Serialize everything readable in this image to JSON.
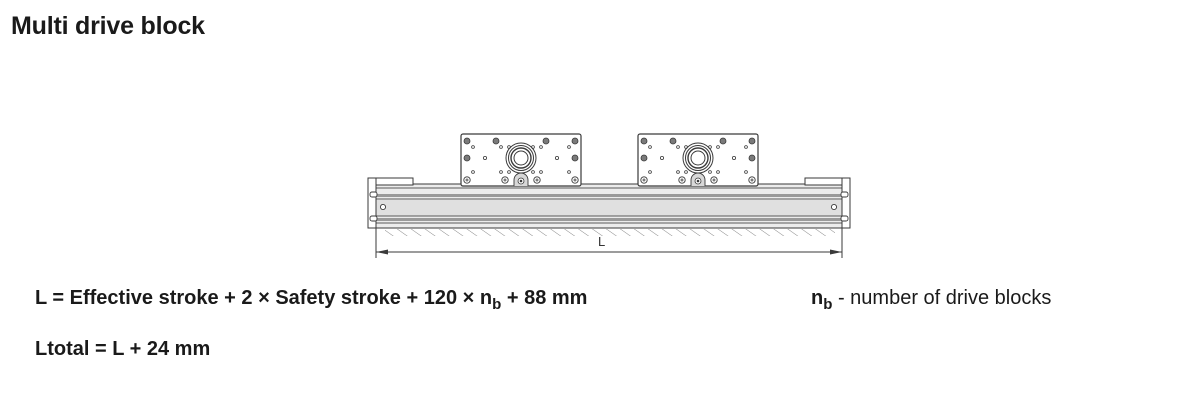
{
  "title": "Multi drive block",
  "drawing": {
    "dimension_label": "L",
    "drive_block_count": 2,
    "colors": {
      "line": "#3a3a3a",
      "rail_fill": "#e6e6e6",
      "rail_light": "#f2f2f2",
      "plate_fill": "#ffffff",
      "hatch": "#8a8a8a"
    }
  },
  "formulas": {
    "line1": {
      "prefix": "L = Effective stroke + 2 × Safety stroke + 120 × n",
      "subscript": "b",
      "suffix": " + 88 mm"
    },
    "line2": "Ltotal = L + 24 mm"
  },
  "legend": {
    "symbol": "n",
    "subscript": "b",
    "description": " - number of drive blocks"
  }
}
